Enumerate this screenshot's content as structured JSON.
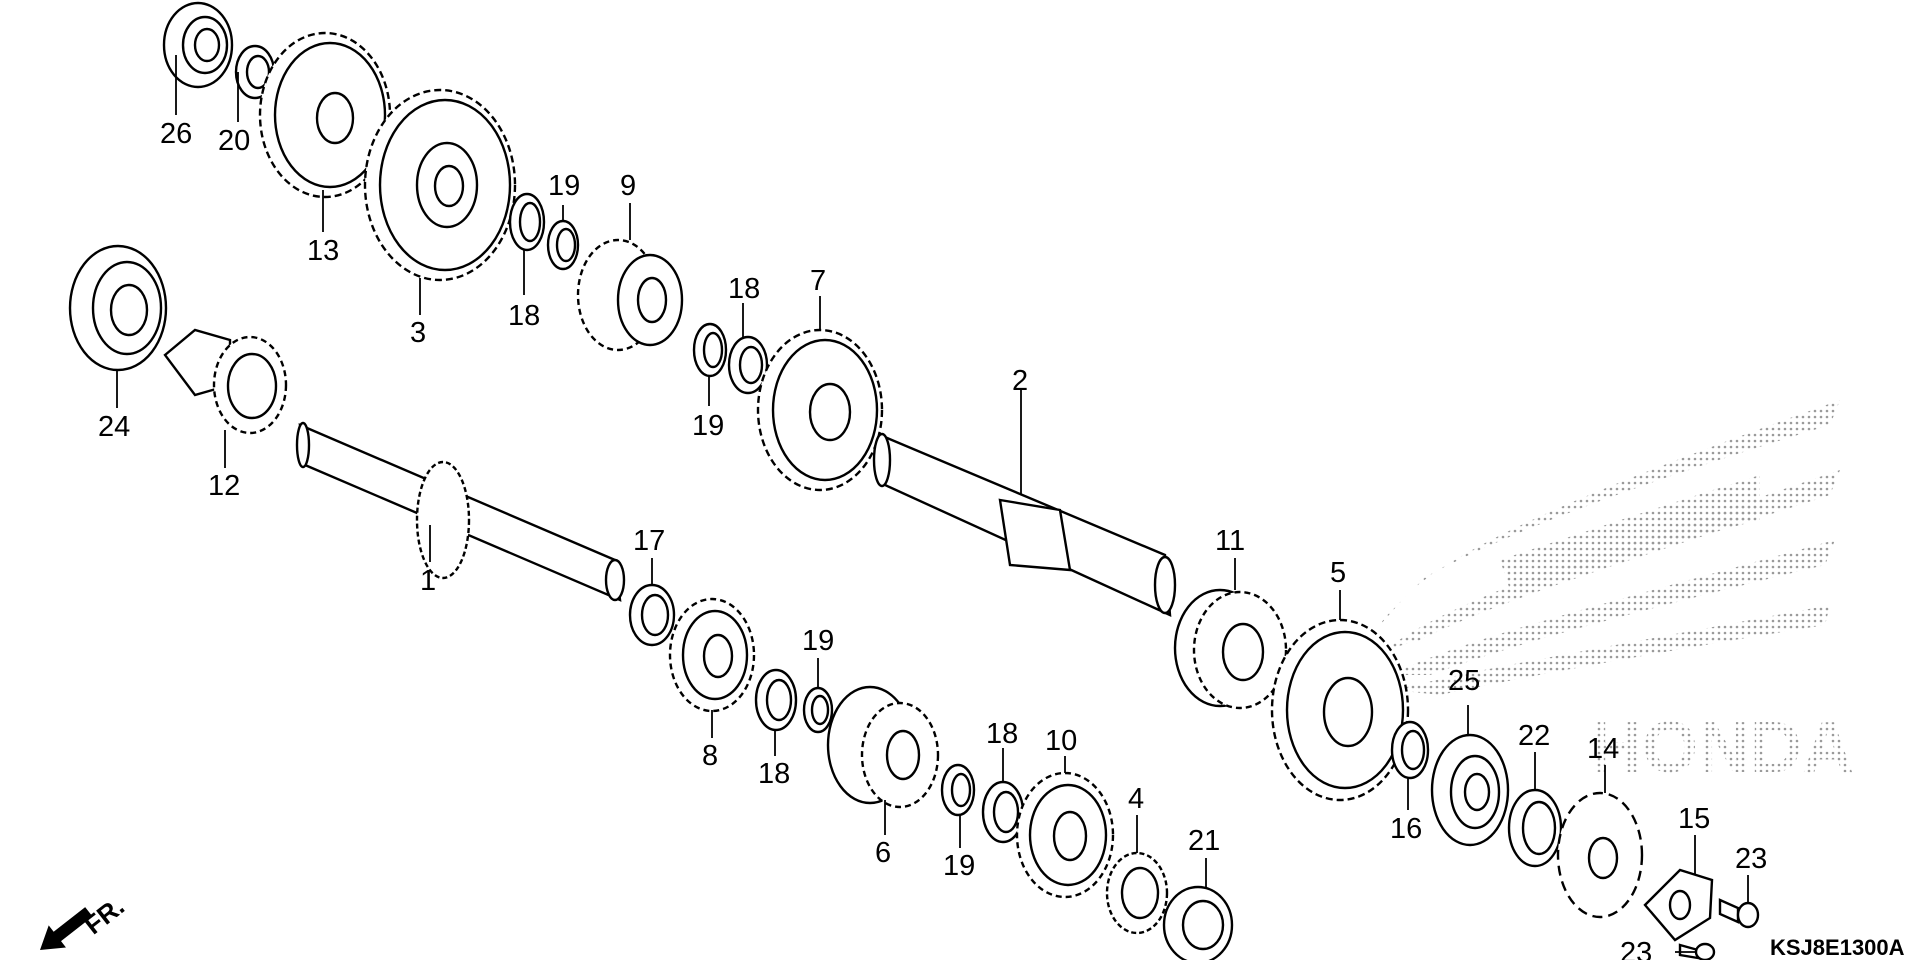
{
  "diagram": {
    "part_code": "KSJ8E1300A",
    "direction_label": "FR.",
    "logo_text": "HONDA",
    "callouts": [
      "1",
      "2",
      "3",
      "4",
      "5",
      "6",
      "7",
      "8",
      "9",
      "10",
      "11",
      "12",
      "13",
      "14",
      "15",
      "16",
      "17",
      "18",
      "18",
      "18",
      "18",
      "19",
      "19",
      "19",
      "19",
      "20",
      "21",
      "22",
      "23",
      "23",
      "24",
      "25",
      "26"
    ]
  },
  "colors": {
    "line": "#000000",
    "background": "#ffffff",
    "logo_dots": "#9a9a9a"
  }
}
